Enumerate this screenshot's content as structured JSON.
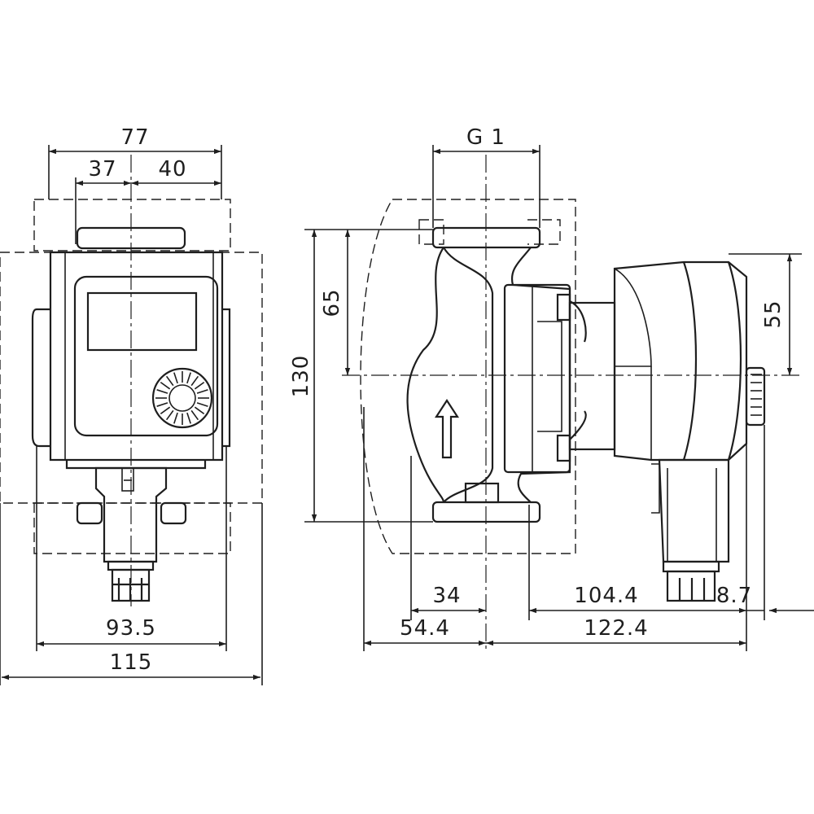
{
  "front_view": {
    "width_top": "77",
    "width_left": "37",
    "width_right": "40",
    "width_body": "93.5",
    "width_total": "115"
  },
  "side_view": {
    "thread": "G 1",
    "height_total": "130",
    "height_upper": "65",
    "height_motor": "55",
    "depth_front_inner": "34",
    "depth_front": "54.4",
    "depth_motor": "104.4",
    "depth_cap": "8.7",
    "depth_back": "122.4"
  }
}
